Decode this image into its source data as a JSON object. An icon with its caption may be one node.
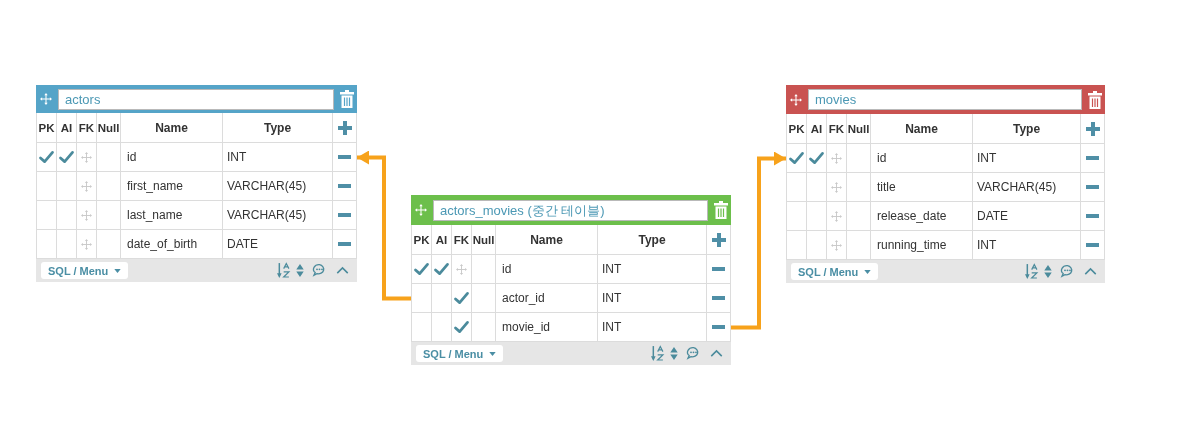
{
  "diagram": {
    "nodes": [
      {
        "text": [
          "actors"
        ]
      },
      {
        "text": [
          "PK",
          "AI",
          "FK",
          "Null",
          "Name",
          "Type"
        ],
        "in": 0
      },
      {
        "text": [
          "id",
          "INT"
        ],
        "in": 0
      },
      {
        "text": [
          "first_name",
          "VARCHAR(45)"
        ],
        "in": 0
      },
      {
        "text": [
          "last_name",
          "VARCHAR(45)"
        ],
        "in": 0
      },
      {
        "text": [
          "date_of_birth",
          "DATE"
        ],
        "in": 0
      },
      {
        "text": [
          "SQL / Menu"
        ],
        "in": 0
      },
      {
        "text": [
          "actors_movies (중간 테이블)"
        ]
      },
      {
        "text": [
          "PK",
          "AI",
          "FK",
          "Null",
          "Name",
          "Type"
        ],
        "in": 7
      },
      {
        "text": [
          "id",
          "INT"
        ],
        "in": 7
      },
      {
        "text": [
          "actor_id",
          "INT"
        ],
        "in": 7
      },
      {
        "text": [
          "movie_id",
          "INT"
        ],
        "in": 7
      },
      {
        "text": [
          "SQL / Menu"
        ],
        "in": 7
      },
      {
        "text": [
          "movies"
        ]
      },
      {
        "text": [
          "PK",
          "AI",
          "FK",
          "Null",
          "Name",
          "Type"
        ],
        "in": 13
      },
      {
        "text": [
          "id",
          "INT"
        ],
        "in": 13
      },
      {
        "text": [
          "title",
          "VARCHAR(45)"
        ],
        "in": 13
      },
      {
        "text": [
          "release_date",
          "DATE"
        ],
        "in": 13
      },
      {
        "text": [
          "running_time",
          "INT"
        ],
        "in": 13
      },
      {
        "text": [
          "SQL / Menu"
        ],
        "in": 13
      }
    ],
    "edges": [
      {
        "from": 10,
        "to": 2,
        "arrow": "to"
      },
      {
        "from": 11,
        "to": 15,
        "arrow": "to"
      }
    ]
  }
}
